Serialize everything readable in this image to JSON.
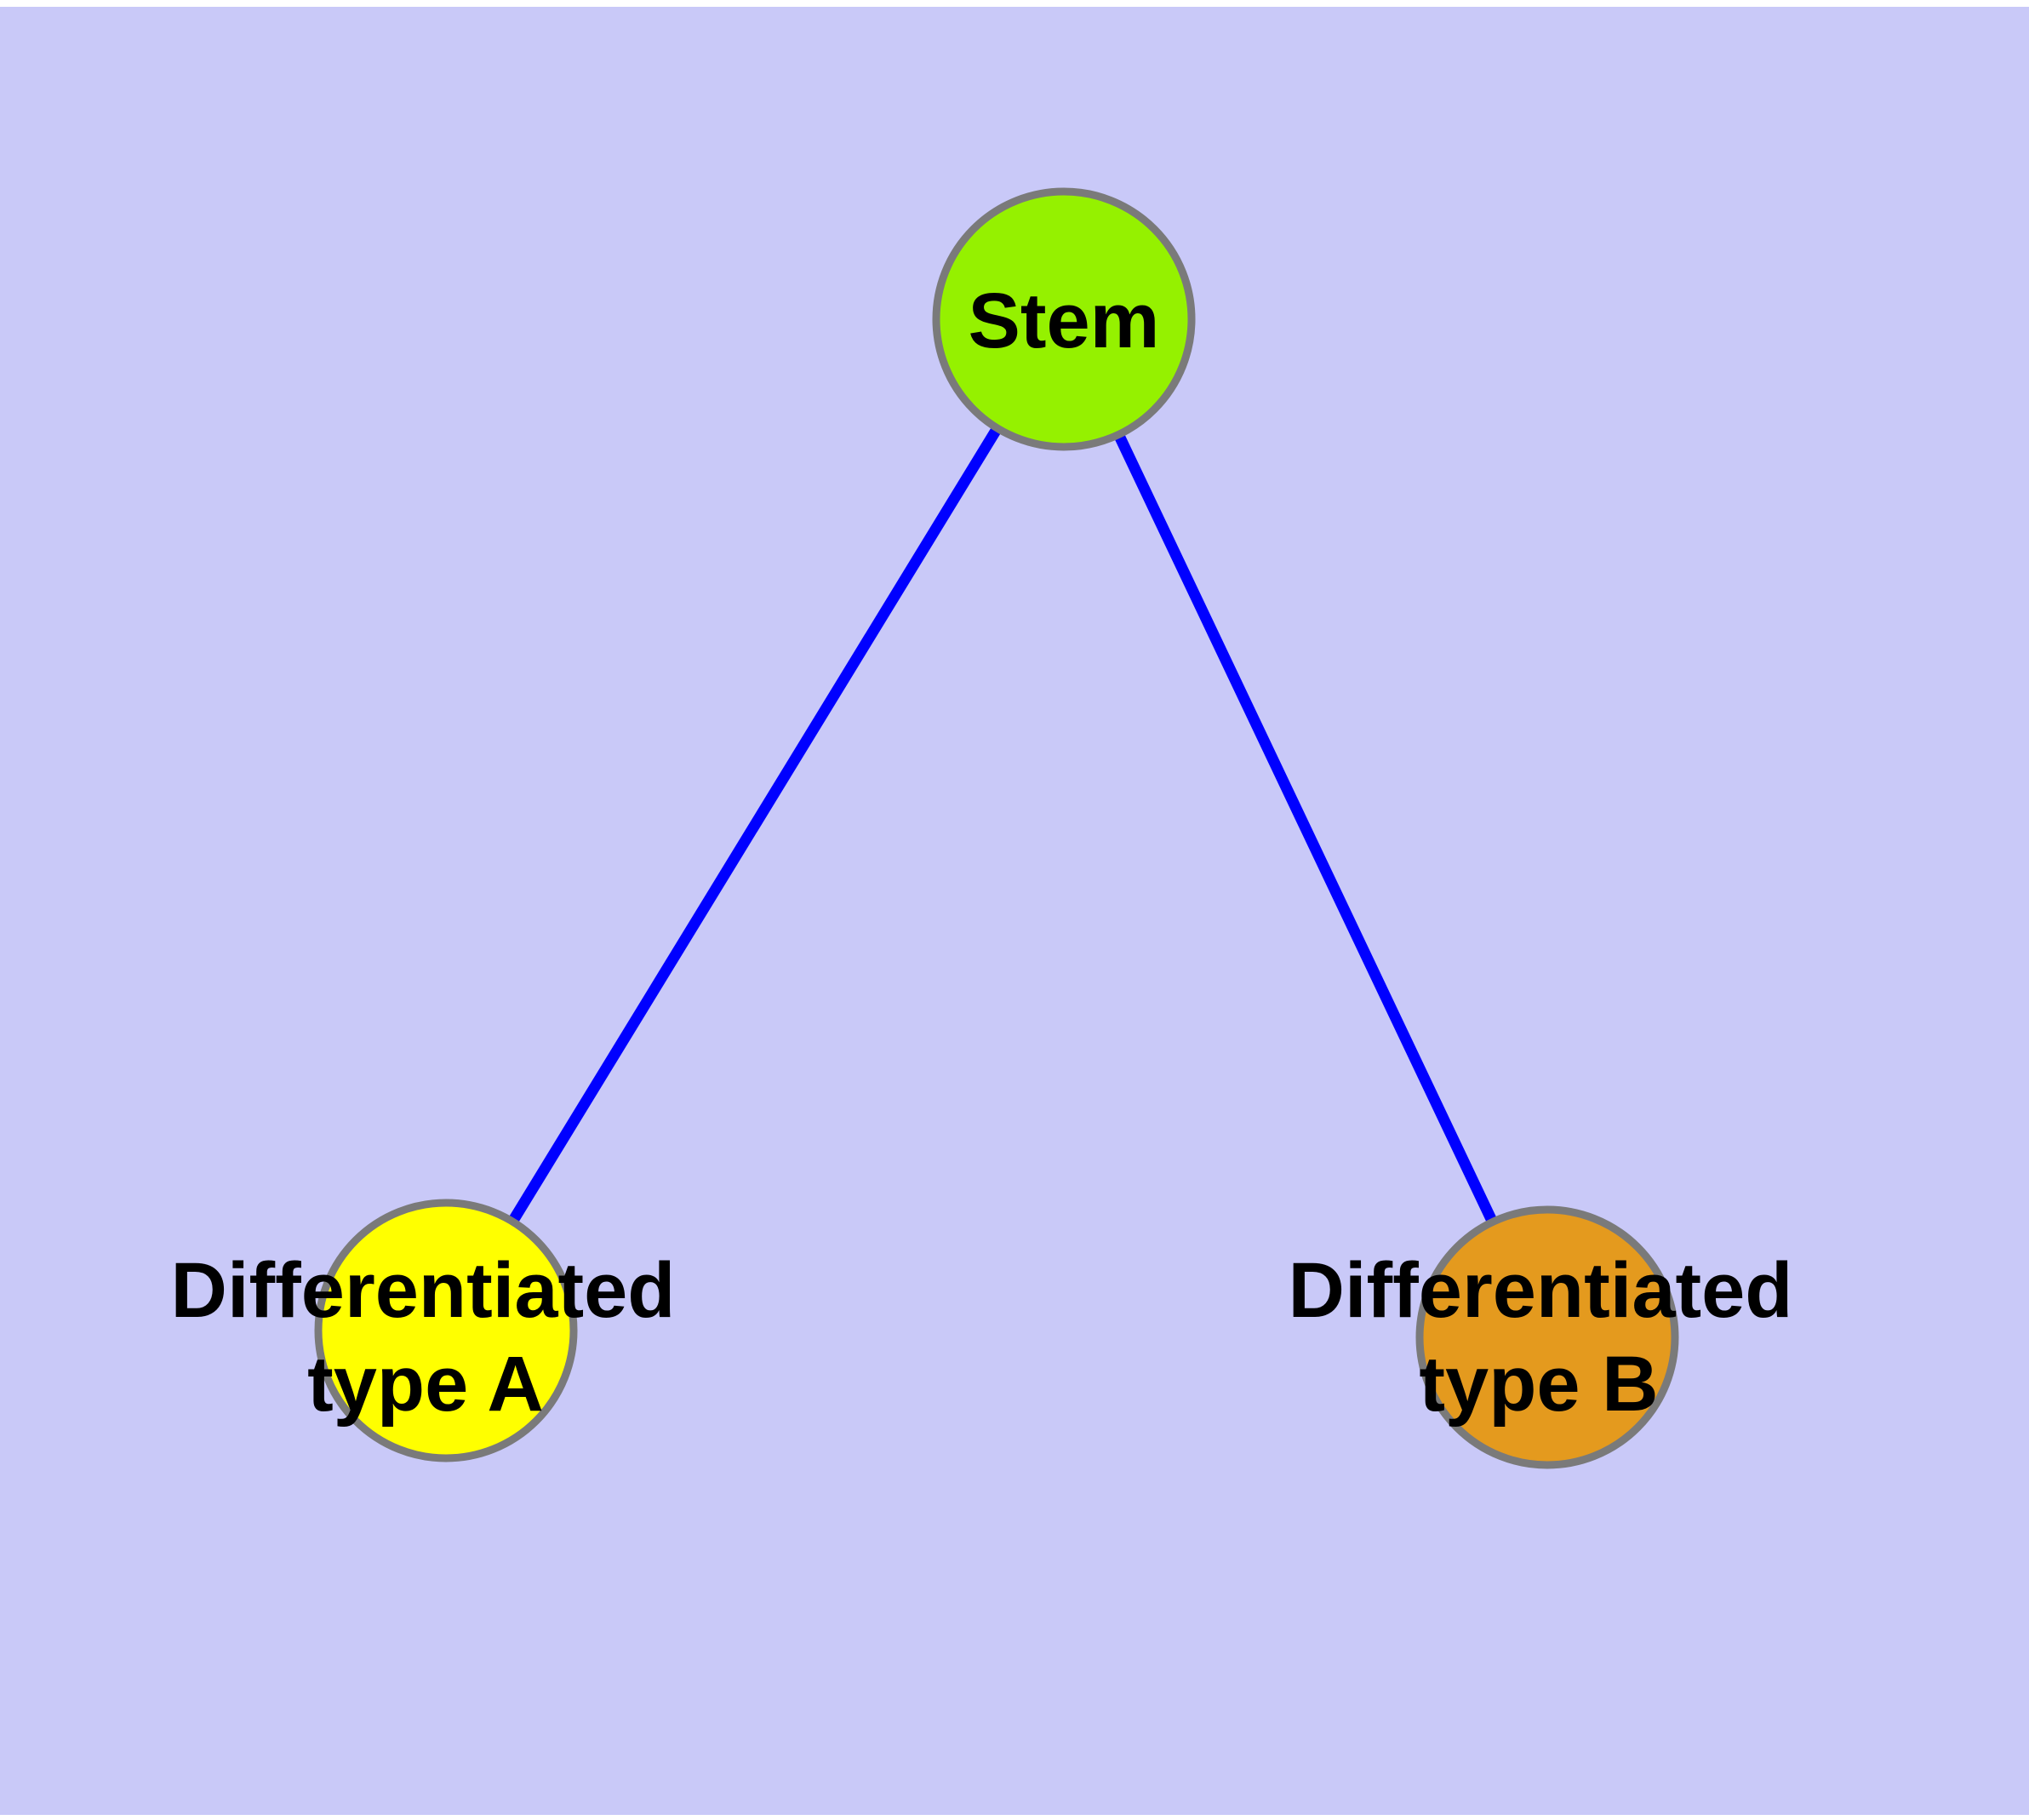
{
  "diagram": {
    "type": "node-link-graph",
    "background_color": "#C9C9F8",
    "page_margin_color": "#FFFFFF",
    "edge_color": "#0000FF",
    "node_border_color": "#7A7A7A",
    "label_color": "#000000",
    "nodes": [
      {
        "id": "stem",
        "label": "Stem",
        "color": "#95F100"
      },
      {
        "id": "differentiated-type-a",
        "label_line1": "Differentiated",
        "label_line2": "type A",
        "color": "#FFFF00"
      },
      {
        "id": "differentiated-type-b",
        "label_line1": "Differentiated",
        "label_line2": "type B",
        "color": "#E49A1E"
      }
    ],
    "edges": [
      {
        "from": "Stem",
        "to": "Differentiated type A"
      },
      {
        "from": "Stem",
        "to": "Differentiated type B"
      }
    ]
  }
}
